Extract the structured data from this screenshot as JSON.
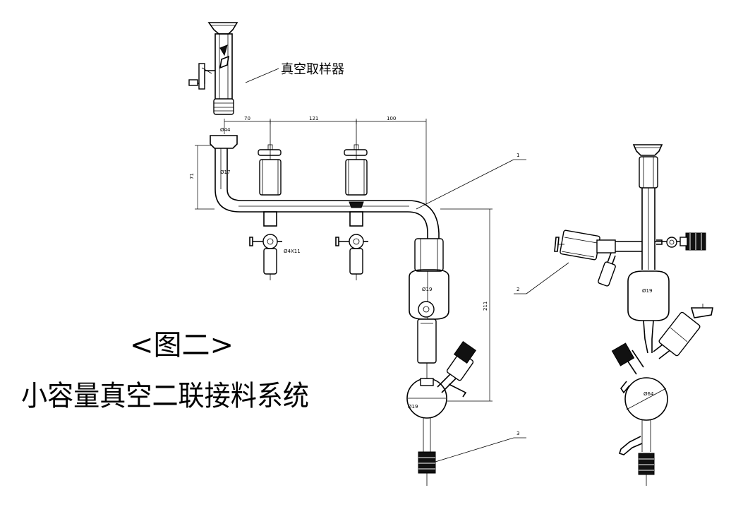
{
  "title_figure": "<图二>",
  "title_main": "小容量真空二联接料系统",
  "callout_sampler": "真空取样器",
  "dimensions": {
    "top_d1": "70",
    "top_d2": "121",
    "top_d3": "100",
    "left_h": "71",
    "right_h": "211",
    "neck_label_top": "Ø44",
    "neck_label_mid": "Ø17",
    "stopcock_label": "Ø4X11",
    "bulb_label": "Ø19",
    "flask_label": "Ø19",
    "right_bulb_label": "Ø19",
    "right_flask_label": "Ø64"
  },
  "callouts": {
    "c1": "1",
    "c2": "2",
    "c3": "3"
  }
}
